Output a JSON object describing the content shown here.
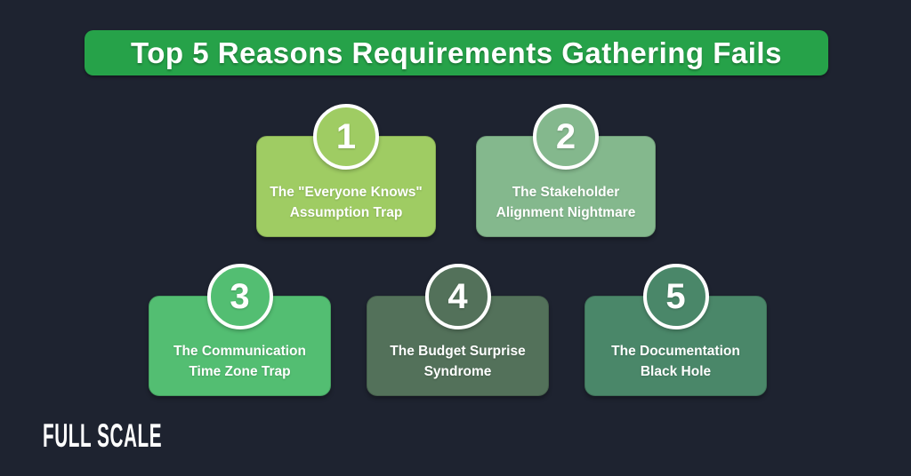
{
  "title": {
    "text": "Top 5 Reasons Requirements Gathering Fails"
  },
  "colors": {
    "background": "#1E2330",
    "banner_green": "#26A249",
    "text_white": "#FFFFFF",
    "card_1_green": "#9FCC63",
    "card_2_green": "#84B88D",
    "card_3_green": "#53BE72",
    "card_4_green": "#53715A",
    "card_5_green": "#4A8769"
  },
  "cards": [
    {
      "number": "1",
      "title": "The \"Everyone Knows\"\nAssumption Trap",
      "color": "#9FCC63"
    },
    {
      "number": "2",
      "title": "The Stakeholder\nAlignment Nightmare",
      "color": "#84B88D"
    },
    {
      "number": "3",
      "title": "The Communication\nTime Zone Trap",
      "color": "#53BE72"
    },
    {
      "number": "4",
      "title": "The Budget Surprise\nSyndrome",
      "color": "#53715A"
    },
    {
      "number": "5",
      "title": "The Documentation\nBlack Hole",
      "color": "#4A8769"
    }
  ],
  "brand": {
    "logo_text": "FULL SCALE"
  }
}
